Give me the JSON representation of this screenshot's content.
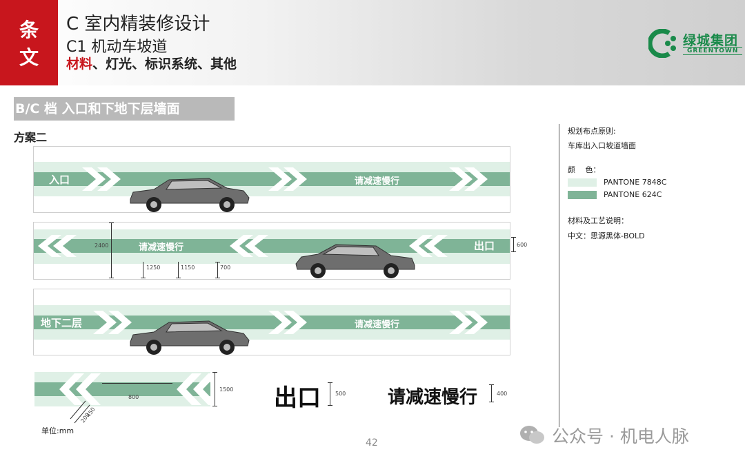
{
  "header": {
    "side_tab_char1": "条",
    "side_tab_char2": "文",
    "title": "C 室内精装修设计",
    "subtitle": "C1 机动车坡道",
    "nav_active": "材料",
    "nav_rest": "、灯光、标识系统、其他",
    "logo_cn": "绿城集团",
    "logo_en": "GREENTOWN"
  },
  "section_title": "B/C 档 入口和下地下层墙面",
  "plan_label": "方案二",
  "panels": [
    {
      "left_label": "入口",
      "mid_label": "请减速慢行"
    },
    {
      "left_label": "请减速慢行",
      "right_label": "出口",
      "dims": [
        "2400",
        "1250",
        "1150",
        "700",
        "600"
      ]
    },
    {
      "left_label": "地下二层",
      "mid_label": "请减速慢行"
    }
  ],
  "detail": {
    "dims": [
      "800",
      "1500",
      "450",
      "200"
    ],
    "exit_big": "出口",
    "exit_dim": "500",
    "slow_big": "请减速慢行",
    "slow_dim": "400"
  },
  "spec": {
    "principle_title": "规划布点原则:",
    "principle_text": "车库出入口坡道墙面",
    "color_label": "颜　 色：",
    "colors": [
      {
        "name": "PANTONE 7848C",
        "hex": "#dff0e6"
      },
      {
        "name": "PANTONE 624C",
        "hex": "#7fb497"
      }
    ],
    "material_title": "材料及工艺说明：",
    "material_text": "中文：思源黑体-BOLD"
  },
  "unit": "单位:mm",
  "page_number": "42",
  "watermark": "公众号 · 机电人脉",
  "colors": {
    "red": "#c8161d",
    "light_green": "#dff0e6",
    "mid_green": "#7fb497",
    "brand_green": "#1a8a4a"
  }
}
